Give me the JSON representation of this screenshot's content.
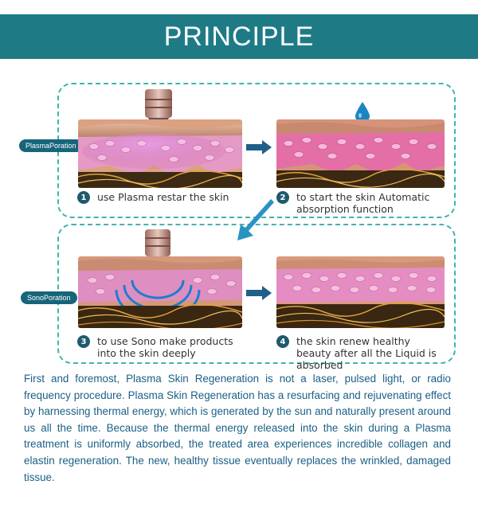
{
  "header": {
    "title": "PRINCIPLE"
  },
  "tags": {
    "plasma": "PlasmaPoration",
    "sono": "SonoPoration"
  },
  "steps": [
    {
      "number": "1",
      "text": "use Plasma restar the skin"
    },
    {
      "number": "2",
      "text": "to start the skin  Automatic absorption function"
    },
    {
      "number": "3",
      "text": "to use Sono make products into the skin deeply"
    },
    {
      "number": "4",
      "text": "the skin renew healthy beauty after all the Liquid is absorbed"
    }
  ],
  "description": "First and foremost, Plasma Skin Regeneration is not a laser, pulsed light, or radio frequency procedure. Plasma Skin Regeneration has a resurfacing and rejuvenating effect by harnessing thermal energy, which is generated by the sun and naturally present around us all the time. Because the thermal energy released into the skin during a Plasma treatment is uniformly absorbed, the treated area experiences incredible collagen and elastin regeneration. The new, healthy tissue eventually replaces the wrinkled, damaged tissue.",
  "colors": {
    "header": "#1e7b86",
    "dashed_border": "#3fb4ad",
    "tag": "#17657a",
    "arrow": "#1f5f88",
    "text": "#1a5f86"
  }
}
